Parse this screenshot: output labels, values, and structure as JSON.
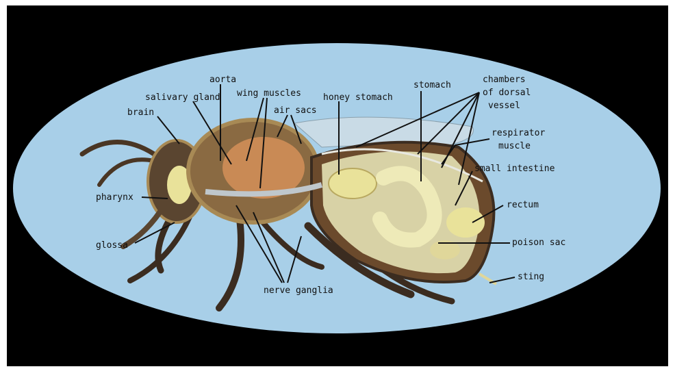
{
  "colors": {
    "background": "#000000",
    "oval": "#a8cfe8",
    "label_text": "#111111",
    "leader_line": "#111111",
    "body_brown": "#6b4a2c",
    "hair_tan": "#a88a55",
    "organ_yellow": "#e9e29a",
    "tissue_orange": "#c98a55"
  },
  "diagram": {
    "labels": {
      "aorta": "aorta",
      "salivary_gland": "salivary gland",
      "brain": "brain",
      "wing_muscles": "wing muscles",
      "air_sacs": "air sacs",
      "honey_stomach": "honey stomach",
      "stomach": "stomach",
      "chambers_line1": "chambers",
      "chambers_line2": "of dorsal",
      "chambers_line3": "vessel",
      "respirator_line1": "respirator",
      "respirator_line2": "muscle",
      "small_intestine": "small intestine",
      "rectum": "rectum",
      "poison_sac": "poison sac",
      "sting": "sting",
      "pharynx": "pharynx",
      "glossa": "glossa",
      "nerve_ganglia": "nerve ganglia"
    }
  }
}
